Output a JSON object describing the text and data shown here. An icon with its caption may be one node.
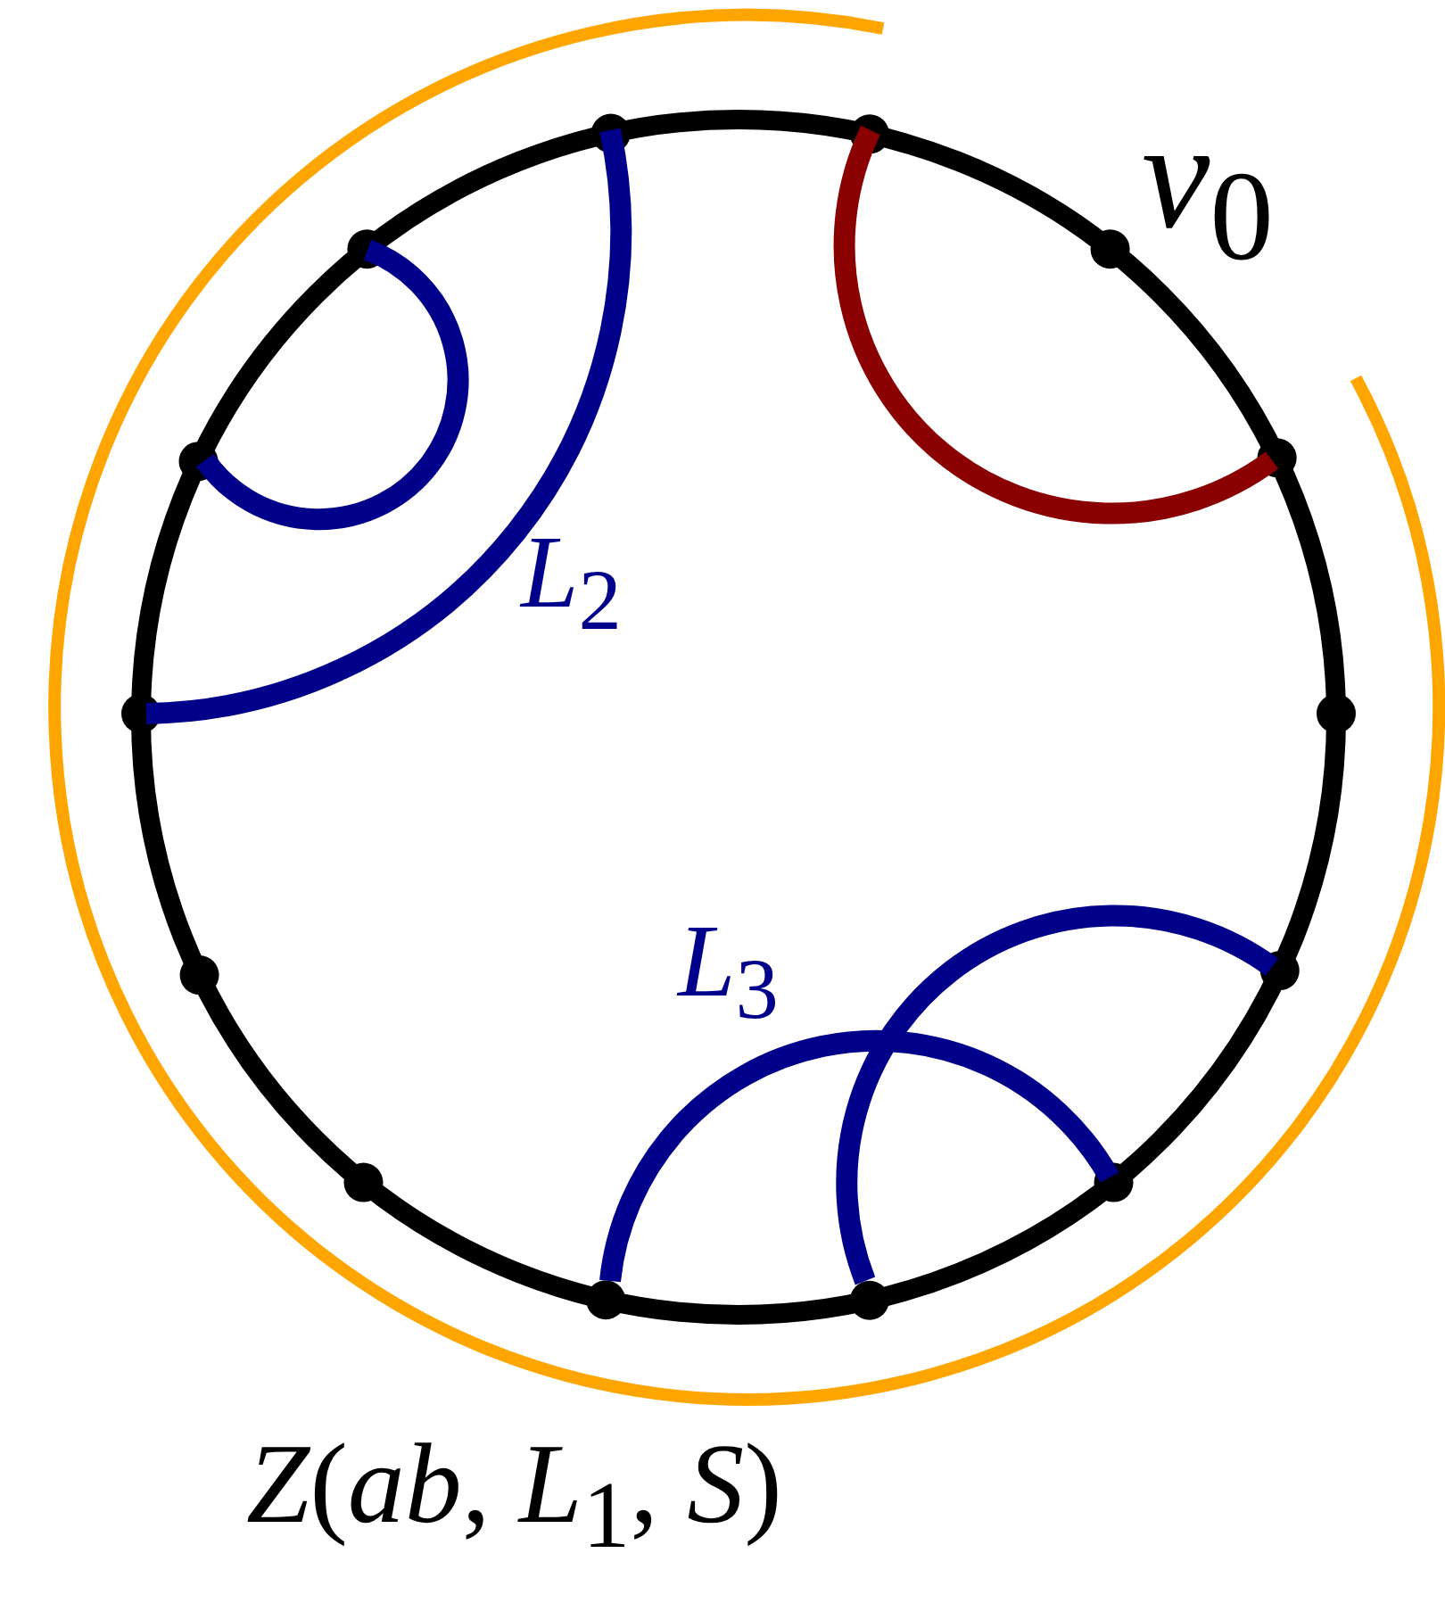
{
  "diagram": {
    "labels": [
      "*v*$_{0}$",
      "*L*$_{2}$",
      "*L*$_{3}$",
      "*Z*(*ab*, *L*$_{1}$, *S*)"
    ]
  }
}
